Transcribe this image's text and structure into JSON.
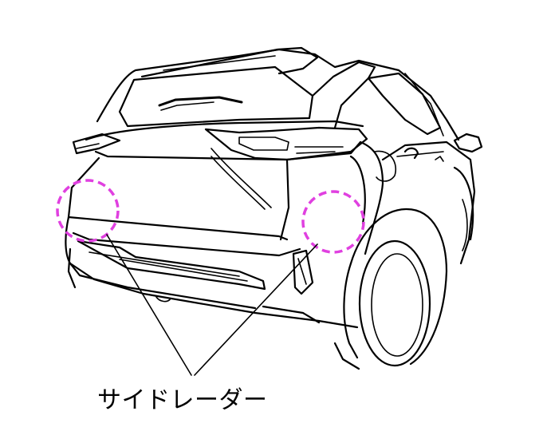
{
  "diagram": {
    "label": "サイドレーダー",
    "sensor_marker_color": "#e040e0",
    "line_color": "#000000",
    "sensors": [
      {
        "name": "left-rear-side-radar"
      },
      {
        "name": "right-rear-side-radar"
      }
    ]
  }
}
